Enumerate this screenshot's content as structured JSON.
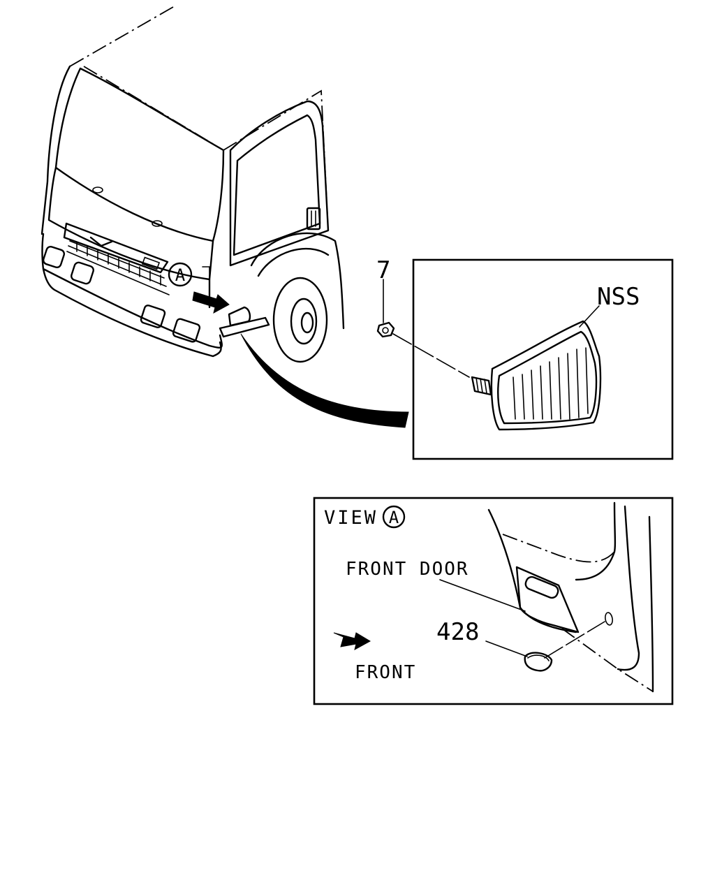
{
  "callouts": {
    "part_7": "7",
    "part_nss": "NSS",
    "part_428": "428"
  },
  "view_marker": {
    "letter": "A"
  },
  "inset_view": {
    "title": "VIEW",
    "letter": "A",
    "front_door_label": "FRONT DOOR",
    "front_label": "FRONT"
  },
  "colors": {
    "ink": "#000000",
    "paper": "#ffffff"
  }
}
